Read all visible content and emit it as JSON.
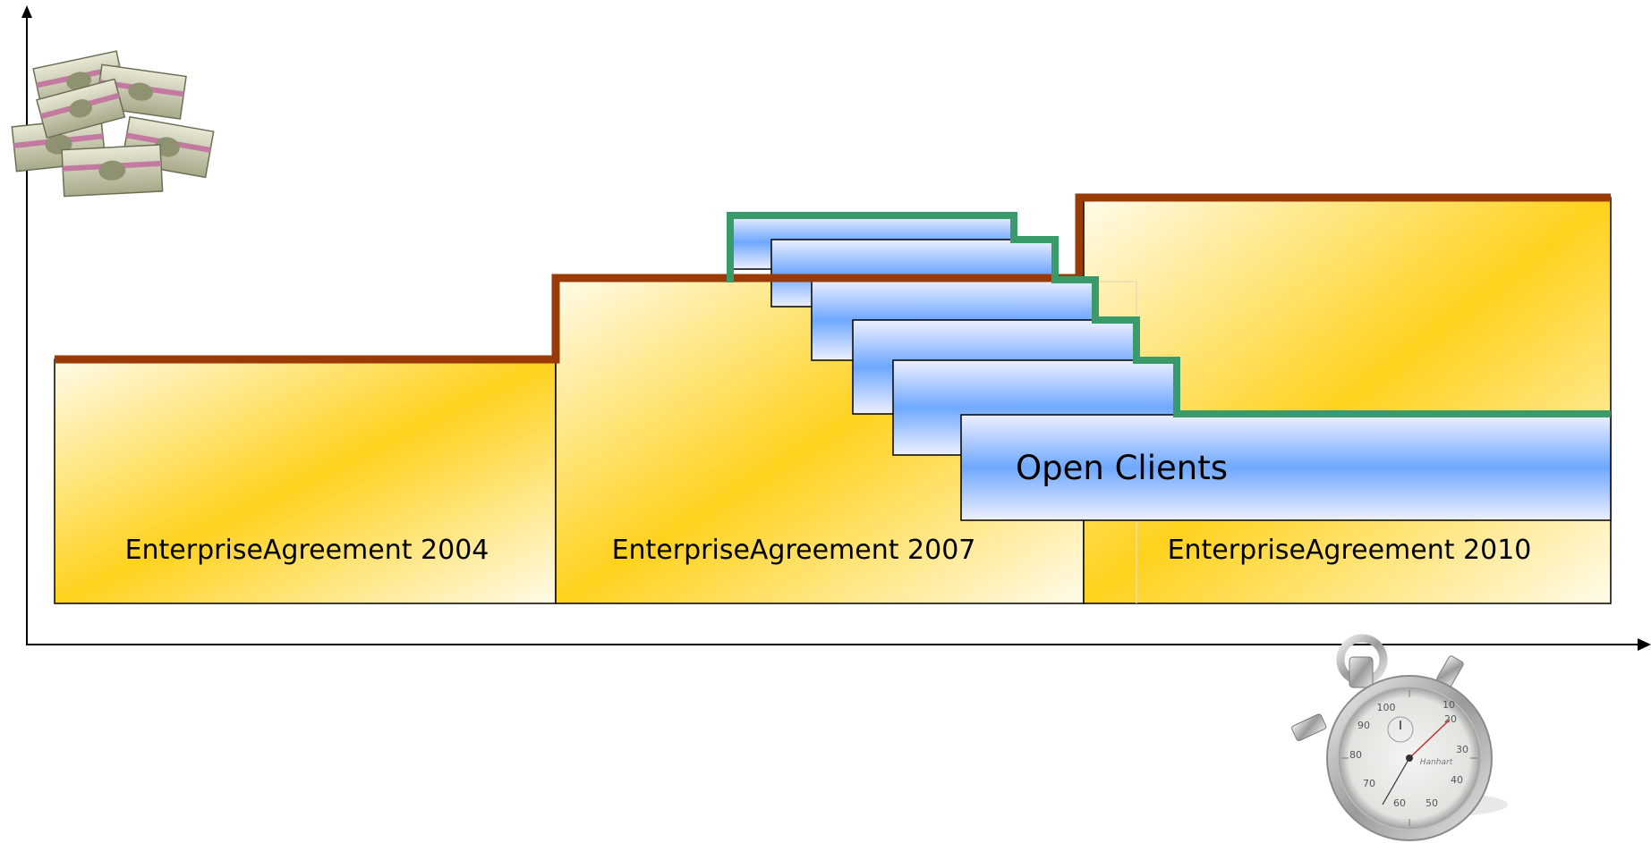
{
  "diagram": {
    "agreements": [
      {
        "label": "EnterpriseAgreement 2004"
      },
      {
        "label": "EnterpriseAgreement 2007"
      },
      {
        "label": "EnterpriseAgreement 2010"
      }
    ],
    "open_clients": {
      "label": "Open Clients"
    },
    "icons": {
      "y_axis": "money-stack-icon",
      "x_axis": "stopwatch-icon"
    },
    "stopwatch_dial_numbers": [
      "10",
      "20",
      "30",
      "40",
      "50",
      "60",
      "70",
      "80",
      "90",
      "100"
    ],
    "stopwatch_brand": "Hanhart",
    "colors": {
      "agreement_fill": "#FFD21E",
      "agreement_fill_light": "#FFFBEA",
      "agreement_outline": "#9A3A06",
      "open_client_fill": "#6FA8FF",
      "open_client_fill_light": "#EEF0FF",
      "open_client_outline": "#3A9A6A",
      "axis": "#000000"
    }
  }
}
